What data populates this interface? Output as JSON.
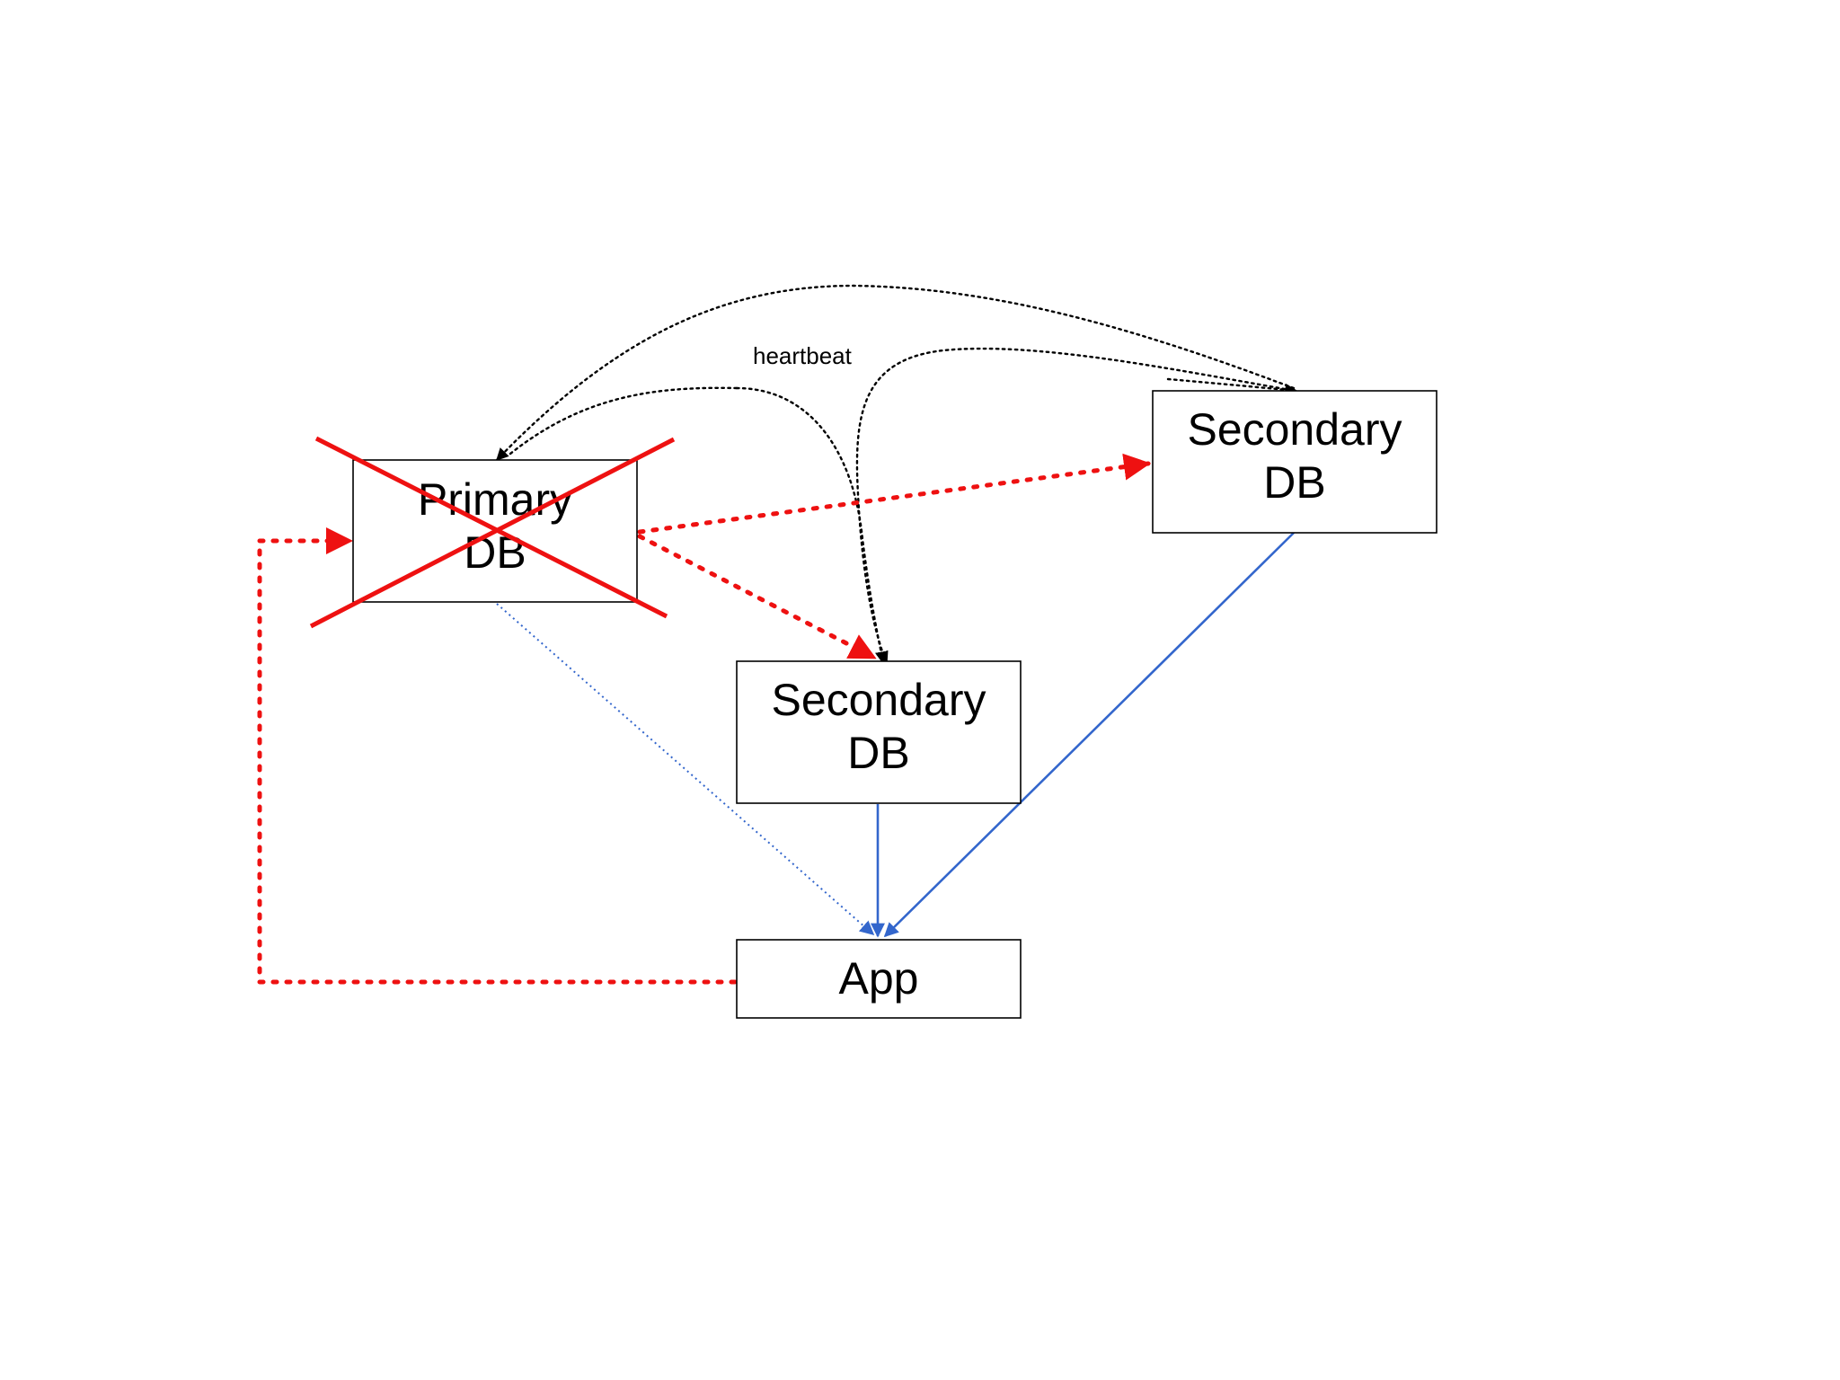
{
  "diagram": {
    "nodes": {
      "primary": {
        "line1": "Primary",
        "line2": "DB",
        "status": "failed"
      },
      "secondary_center": {
        "line1": "Secondary",
        "line2": "DB"
      },
      "secondary_right": {
        "line1": "Secondary",
        "line2": "DB"
      },
      "app": {
        "label": "App"
      }
    },
    "edges": {
      "heartbeat_label": "heartbeat"
    },
    "colors": {
      "failover": "#ee1111",
      "read_path": "#3366cc",
      "heartbeat": "#000000",
      "box_border": "#000000"
    },
    "icons": {
      "failure_mark": "red-x-icon"
    }
  }
}
